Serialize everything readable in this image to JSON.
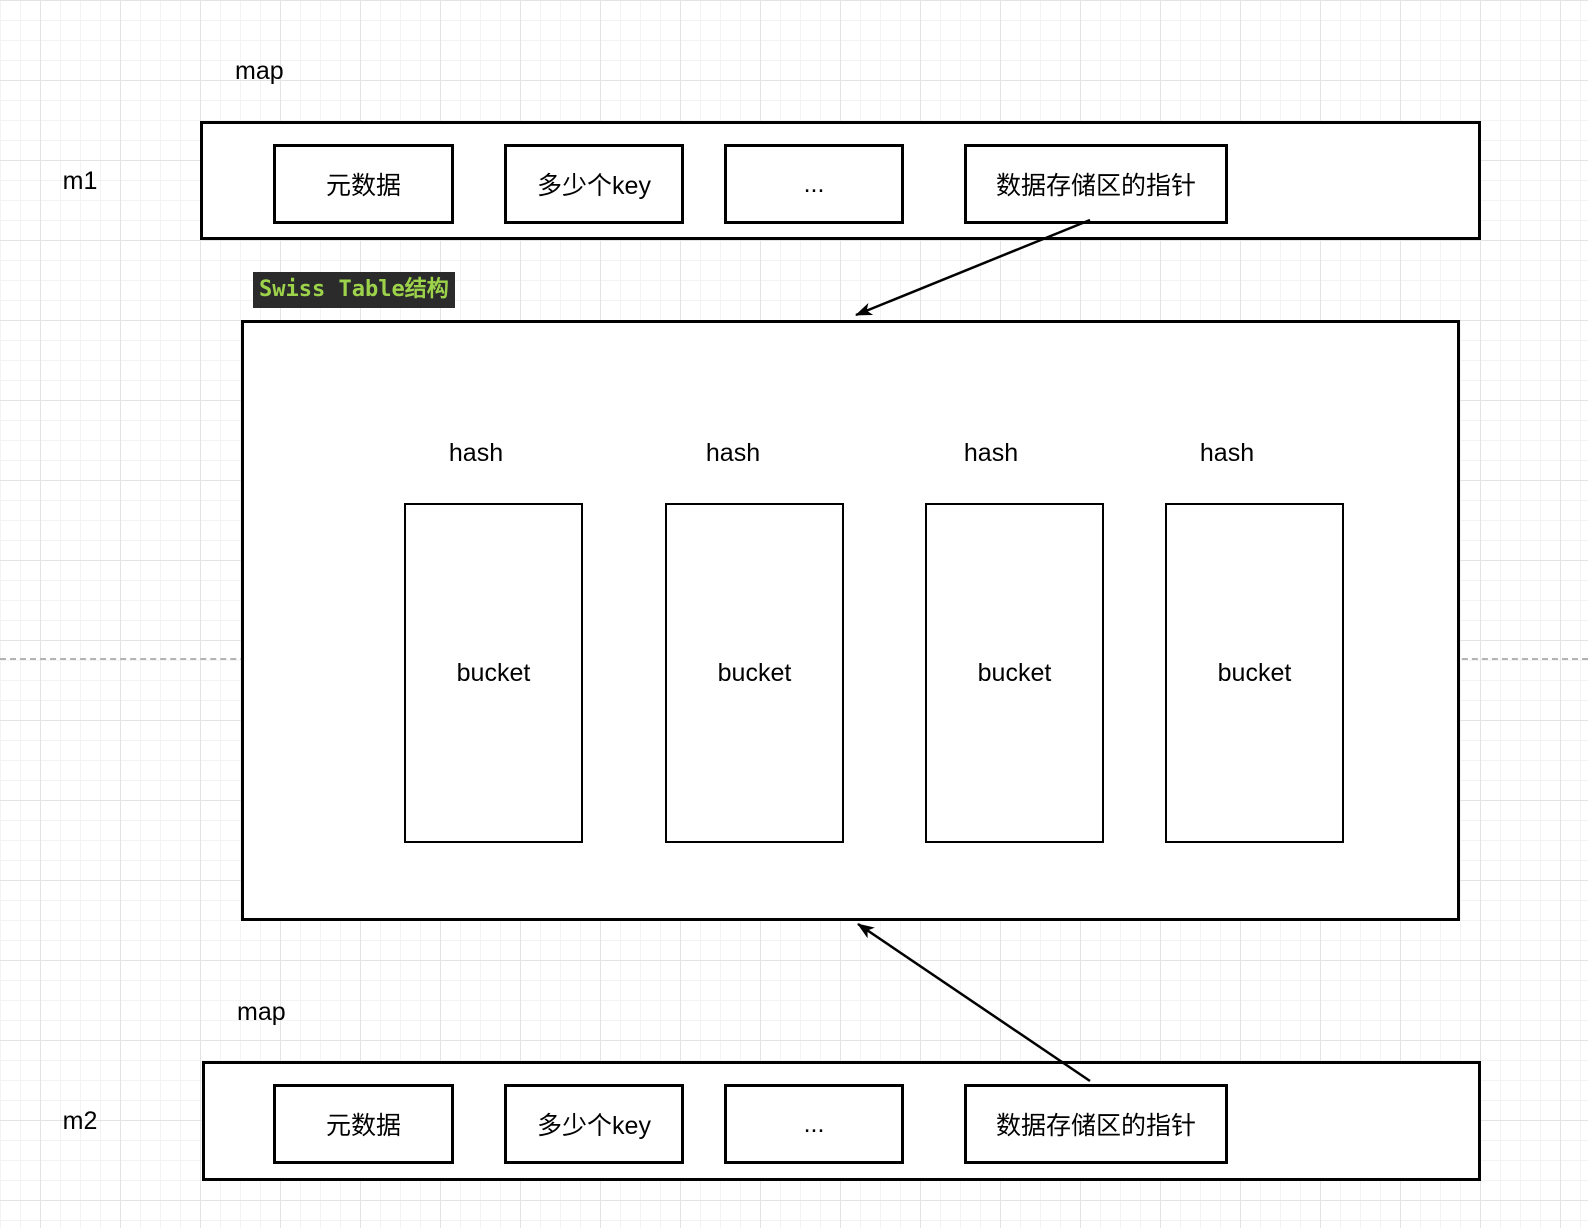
{
  "diagram": {
    "m1": {
      "name": "m1",
      "type_label": "map",
      "fields": [
        {
          "label": "元数据"
        },
        {
          "label": "多少个key"
        },
        {
          "label": "..."
        },
        {
          "label": "数据存储区的指针"
        }
      ]
    },
    "m2": {
      "name": "m2",
      "type_label": "map",
      "fields": [
        {
          "label": "元数据"
        },
        {
          "label": "多少个key"
        },
        {
          "label": "..."
        },
        {
          "label": "数据存储区的指针"
        }
      ]
    },
    "swiss_table": {
      "title": "Swiss Table结构",
      "columns": [
        {
          "hash_label": "hash",
          "bucket_label": "bucket"
        },
        {
          "hash_label": "hash",
          "bucket_label": "bucket"
        },
        {
          "hash_label": "hash",
          "bucket_label": "bucket"
        },
        {
          "hash_label": "hash",
          "bucket_label": "bucket"
        }
      ]
    },
    "colors": {
      "title_bg": "#2b2b2b",
      "title_fg": "#9cd34a",
      "shape_stroke": "#000000",
      "dashed_guide": "#b3b3b3",
      "grid_minor": "#f3f3f3",
      "grid_major": "#e3e3e3"
    }
  }
}
